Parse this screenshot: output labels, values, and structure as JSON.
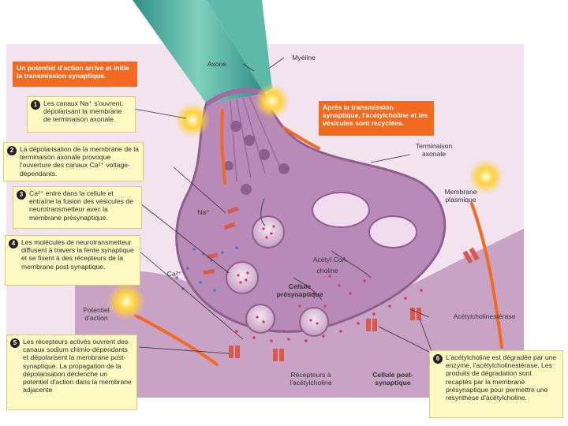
{
  "colors": {
    "background": "#ffffff",
    "panel": "#f3e3ef",
    "cytoplasm": "#b98ab8",
    "postsynaptic": "#c9a3c6",
    "axon_green": "#3fa89b",
    "orange_box": "#f26a1f",
    "yellow_box": "#fff9c4",
    "flash": "#ffd23a",
    "transmitter_dot": "#d9306a",
    "na_dot": "#4a78c8",
    "receptor": "#d85a4a"
  },
  "header": {
    "title": "Un potentiel d'action arrive et initie la transmission synaptique."
  },
  "recycle_note": "Après la transmission synaptique, l'acétylcholine et les vésicules sont recyclées.",
  "labels": {
    "axone": "Axone",
    "myeline": "Myéline",
    "terminaison": "Terminaison axonale",
    "membrane": "Membrane plasmique",
    "na": "Na⁺",
    "ca": "Ca²⁺",
    "acetyl_coa": "Acétyl CoA",
    "choline": "choline",
    "cellule_pre": "Cellule présynaptique",
    "potentiel": "Potentiel d'action",
    "acetylcholinesterase": "Acétylcholinestérase",
    "recepteurs": "Récepteurs à l'acétylcholine",
    "cellule_post": "Cellule post-synaptique"
  },
  "steps": [
    {
      "number": "1",
      "text": "Les canaux Na⁺ s'ouvrent, dépolarisant la membrane de terminaison axonale."
    },
    {
      "number": "2",
      "text": "La dépolarisation de la membrane de la terminaison axonale provoque l'ouverture des canaux Ca²⁺ voltage-dépendants."
    },
    {
      "number": "3",
      "text": "Ca²⁺ entre dans la cellule et entraîne la fusion des vésicules de neurotransmetteur avec la membrane présynaptique."
    },
    {
      "number": "4",
      "text": "Les molécules de neurotransmetteur diffusent à travers la fente synaptique et se fixent à des récepteurs de la membrane post-synaptique."
    },
    {
      "number": "5",
      "text": "Les récepteurs activés ouvrent des canaux sodium chimio-dépendants et dépolarisent la membrane post-synaptique. La propagation de la dépolarisation déclenche un potentiel d'action dans la membrane adjacente"
    },
    {
      "number": "6",
      "text": "L'acétylcholine est dégradée par une enzyme, l'acétylcholinestérase. Les produits de dégradation sont recaptés par la membrane présynaptique pour permettre une resynthèse d'acétylcholine."
    }
  ]
}
